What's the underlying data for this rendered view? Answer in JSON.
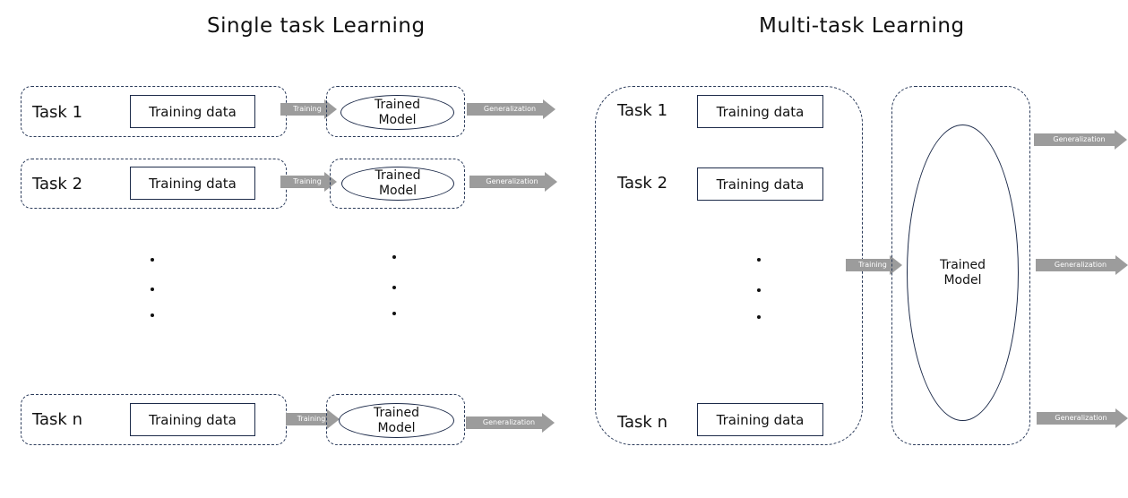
{
  "single": {
    "title": "Single task Learning",
    "tasks": [
      {
        "label": "Task 1",
        "data": "Training data",
        "train": "Training",
        "model_line1": "Trained",
        "model_line2": "Model",
        "gen": "Generalization"
      },
      {
        "label": "Task 2",
        "data": "Training data",
        "train": "Training",
        "model_line1": "Trained",
        "model_line2": "Model",
        "gen": "Generalization"
      },
      {
        "label": "Task n",
        "data": "Training data",
        "train": "Training",
        "model_line1": "Trained",
        "model_line2": "Model",
        "gen": "Generalization"
      }
    ]
  },
  "multi": {
    "title": "Multi-task Learning",
    "tasks": [
      {
        "label": "Task 1",
        "data": "Training data"
      },
      {
        "label": "Task 2",
        "data": "Training data"
      },
      {
        "label": "Task n",
        "data": "Training data"
      }
    ],
    "train": "Training",
    "model_line1": "Trained",
    "model_line2": "Model",
    "gen": [
      "Generalization",
      "Generalization",
      "Generalization"
    ]
  },
  "colors": {
    "arrow": "#9c9c9c",
    "border": "#1d2b4a"
  }
}
